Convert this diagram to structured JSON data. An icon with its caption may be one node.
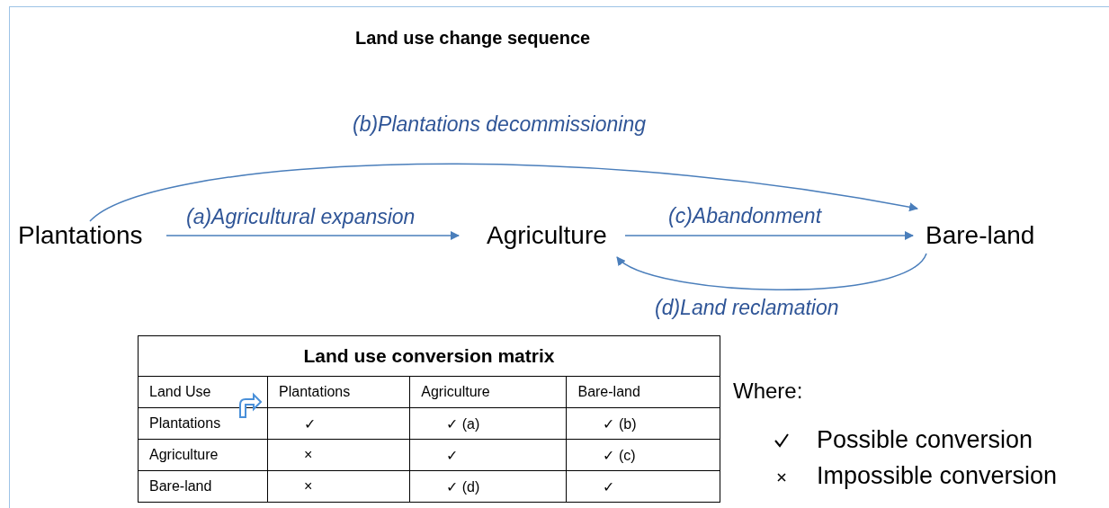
{
  "diagram": {
    "title": "Land use change sequence",
    "nodes": [
      {
        "text": [
          "Plantations"
        ]
      },
      {
        "text": [
          "Agriculture"
        ]
      },
      {
        "text": [
          "Bare-land"
        ]
      }
    ],
    "edges": [
      {
        "from": 0,
        "to": 2,
        "arrow": "to",
        "label": "(b)Plantations decommissioning"
      },
      {
        "from": 0,
        "to": 1,
        "arrow": "to",
        "label": "(a)Agricultural expansion"
      },
      {
        "from": 1,
        "to": 2,
        "arrow": "to",
        "label": "(c)Abandonment"
      },
      {
        "from": 2,
        "to": 1,
        "arrow": "to",
        "label": "(d)Land reclamation"
      }
    ],
    "labels": [
      "Land use conversion matrix",
      "Land Use",
      "Plantations",
      "Agriculture",
      "Bare-land",
      "Plantations",
      "✓",
      "✓ (a)",
      "✓ (b)",
      "Agriculture",
      "×",
      "✓",
      "✓ (c)",
      "Bare-land",
      "×",
      "✓ (d)",
      "✓",
      "Where:"
    ],
    "legend": [
      {
        "text": "Possible conversion"
      },
      {
        "text": "Impossible conversion"
      }
    ]
  }
}
